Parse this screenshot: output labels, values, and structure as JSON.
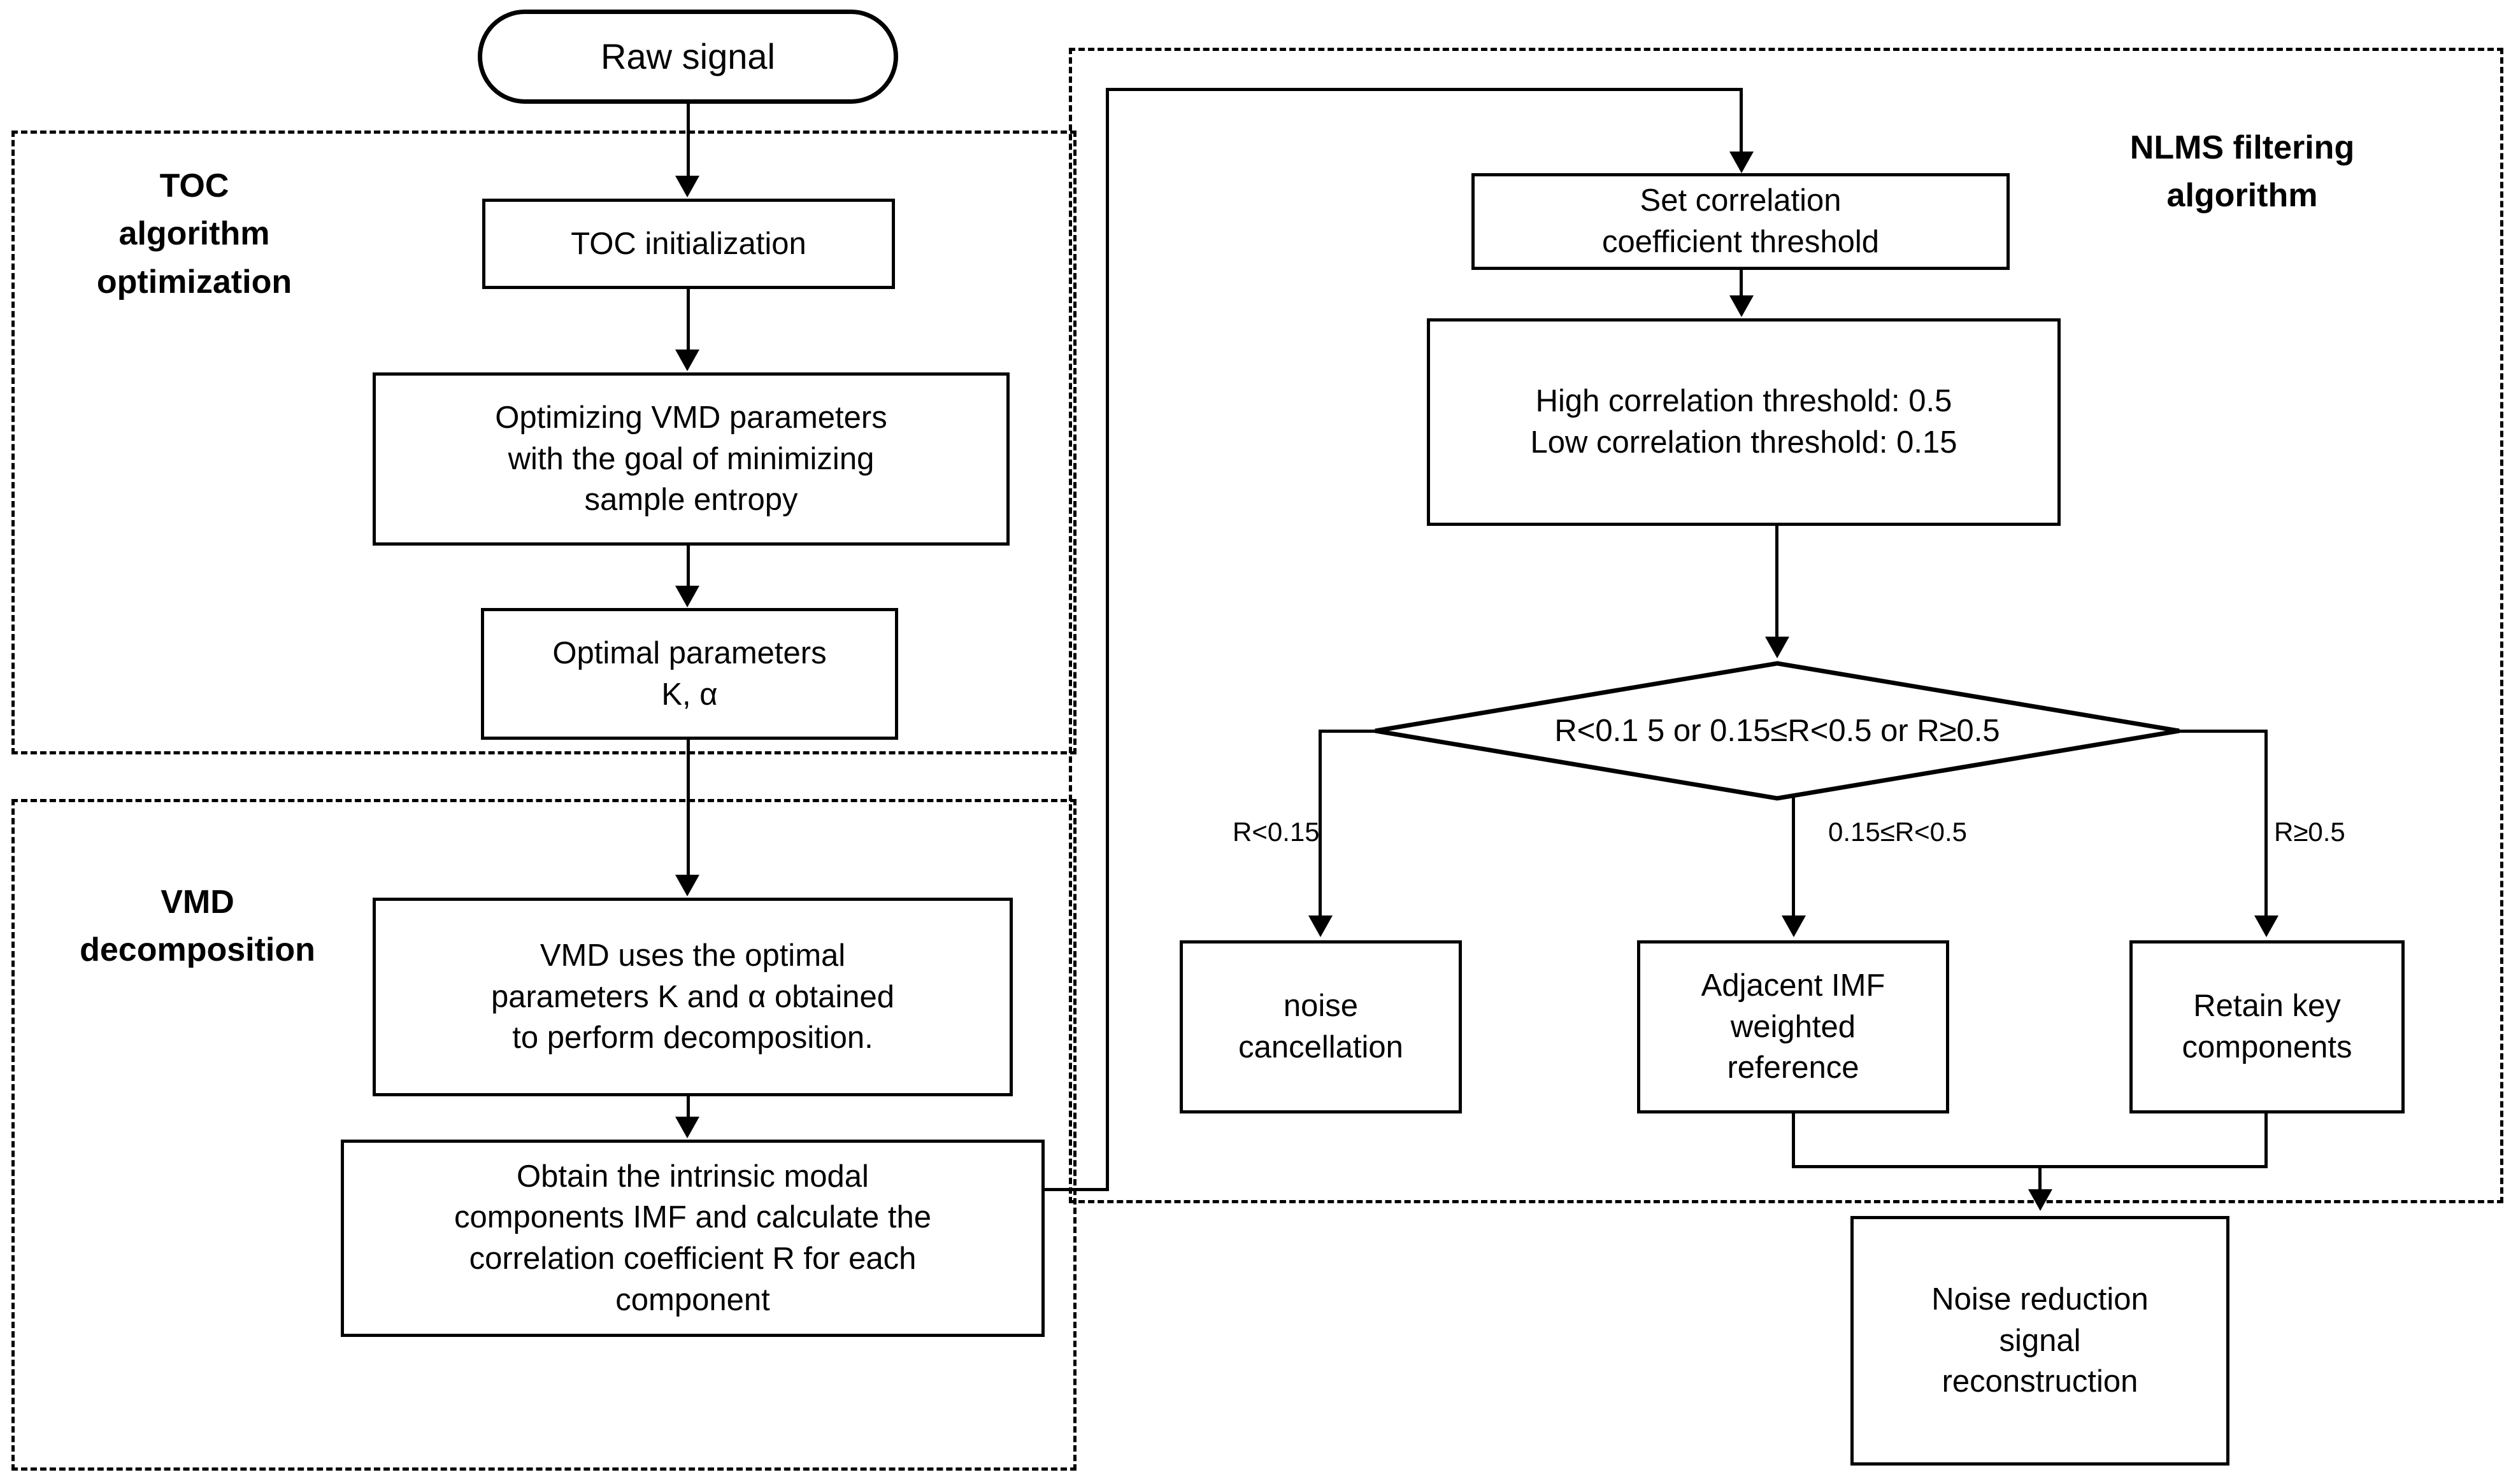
{
  "diagram": {
    "title": "TOC-VMD-NLMS signal denoising flowchart",
    "start": {
      "label": "Raw signal"
    },
    "groups": [
      {
        "id": "toc",
        "label": "TOC\nalgorithm\noptimization"
      },
      {
        "id": "vmd",
        "label": "VMD\ndecomposition"
      },
      {
        "id": "nlms",
        "label": "NLMS filtering\nalgorithm"
      }
    ],
    "nodes": [
      {
        "id": "toc-init",
        "label": "TOC initialization"
      },
      {
        "id": "optimize-vmd",
        "label": "Optimizing VMD parameters\nwith the goal of minimizing\nsample entropy"
      },
      {
        "id": "optimal-params",
        "label": "Optimal parameters\nK, α"
      },
      {
        "id": "vmd-uses",
        "label": "VMD uses the optimal\nparameters K and α obtained\nto perform decomposition."
      },
      {
        "id": "obtain-imf",
        "label": "Obtain the intrinsic modal\ncomponents IMF and calculate the\ncorrelation coefficient R for each\ncomponent"
      },
      {
        "id": "set-threshold",
        "label": "Set correlation\ncoefficient threshold"
      },
      {
        "id": "threshold-values",
        "label": "High correlation threshold: 0.5\nLow correlation threshold: 0.15"
      },
      {
        "id": "noise-cancellation",
        "label": "noise\ncancellation"
      },
      {
        "id": "adjacent-imf",
        "label": "Adjacent IMF\nweighted\nreference"
      },
      {
        "id": "retain-key",
        "label": "Retain key\ncomponents"
      },
      {
        "id": "noise-reduction",
        "label": "Noise reduction\nsignal\nreconstruction"
      }
    ],
    "decision": {
      "id": "r-decision",
      "label": "R<0.1 5 or 0.15≤R<0.5 or R≥0.5"
    },
    "edge_labels": [
      {
        "id": "branch-low",
        "label": "R<0.15"
      },
      {
        "id": "branch-mid",
        "label": "0.15≤R<0.5"
      },
      {
        "id": "branch-high",
        "label": "R≥0.5"
      }
    ],
    "colors": {
      "line": "#000000",
      "background": "#ffffff",
      "text": "#000000"
    }
  }
}
